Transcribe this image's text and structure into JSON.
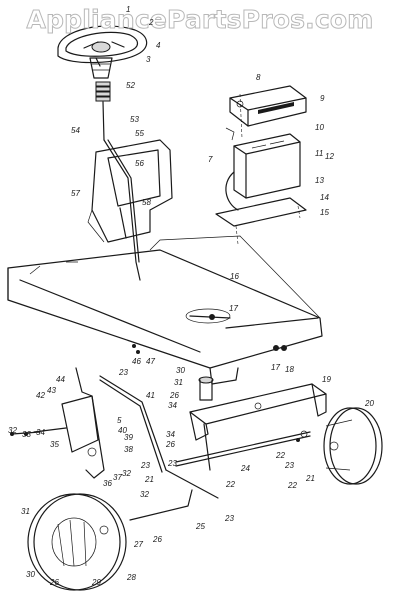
{
  "watermark": "AppliancePartsPros.com",
  "callouts": {
    "c1": "1",
    "c2": "2",
    "c4": "4",
    "c3": "3",
    "c52": "52",
    "c53": "53",
    "c54": "54",
    "c55": "55",
    "c56": "56",
    "c57": "57",
    "c58": "58",
    "c8": "8",
    "c9": "9",
    "c10": "10",
    "c7": "7",
    "c11": "11",
    "c12": "12",
    "c13": "13",
    "c14": "14",
    "c15": "15",
    "c16": "16",
    "c17a": "17",
    "c17b": "17",
    "c18": "18",
    "c19": "19",
    "c20": "20",
    "c46": "46",
    "c47": "47",
    "c30a": "30",
    "c31a": "31",
    "c23a": "23",
    "c44": "44",
    "c43": "43",
    "c42": "42",
    "c41": "41",
    "c26a": "26",
    "c34a": "34",
    "c5": "5",
    "c40": "40",
    "c39": "39",
    "c38": "38",
    "c32a": "32",
    "c33": "33",
    "c34b": "34",
    "c35": "35",
    "c36": "36",
    "c37": "37",
    "c32b": "32",
    "c34c": "34",
    "c26b": "26",
    "c23b": "23",
    "c21a": "21",
    "c32c": "32",
    "c24": "24",
    "c22a": "22",
    "c23c": "23",
    "c22b": "22",
    "c21b": "21",
    "c22c": "22",
    "c23d": "23",
    "c25": "25",
    "c27": "27",
    "c26c": "26",
    "c31b": "31",
    "c30b": "30",
    "c26d": "26",
    "c29": "29",
    "c28": "28",
    "c23e": "23"
  }
}
